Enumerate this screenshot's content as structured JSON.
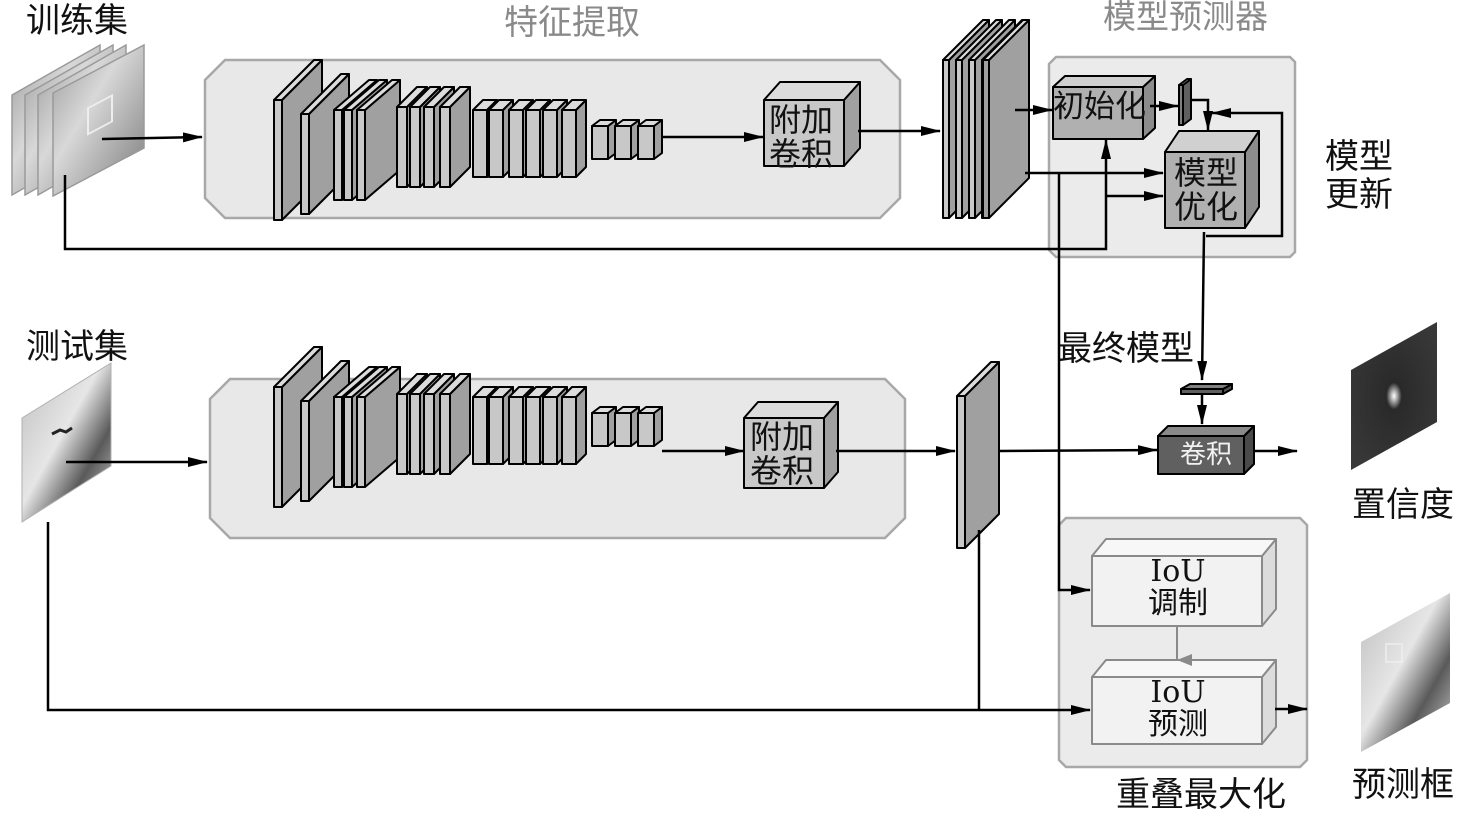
{
  "labels": {
    "training_set": "训练集",
    "test_set": "测试集",
    "feature_extraction": "特征提取",
    "model_predictor": "模型预测器",
    "model_update_line1": "模型",
    "model_update_line2": "更新",
    "initialize": "初始化",
    "model_optimize_line1": "模型",
    "model_optimize_line2": "优化",
    "extra_conv_line1": "附加",
    "extra_conv_line2": "卷积",
    "final_model": "最终模型",
    "convolution": "卷积",
    "confidence": "置信度",
    "iou_modulation_line1": "IoU",
    "iou_modulation_line2": "调制",
    "iou_prediction_line1": "IoU",
    "iou_prediction_line2": "预测",
    "overlap_maximization": "重叠最大化",
    "prediction_box": "预测框"
  },
  "colors": {
    "panel_fill": "#e8e8e8",
    "panel_stroke": "#a8a8a8",
    "layer_front": "#c8c8c8",
    "layer_side": "#a0a0a0",
    "layer_top": "#dcdcdc",
    "dark_block": "#606060",
    "line": "#000000"
  }
}
